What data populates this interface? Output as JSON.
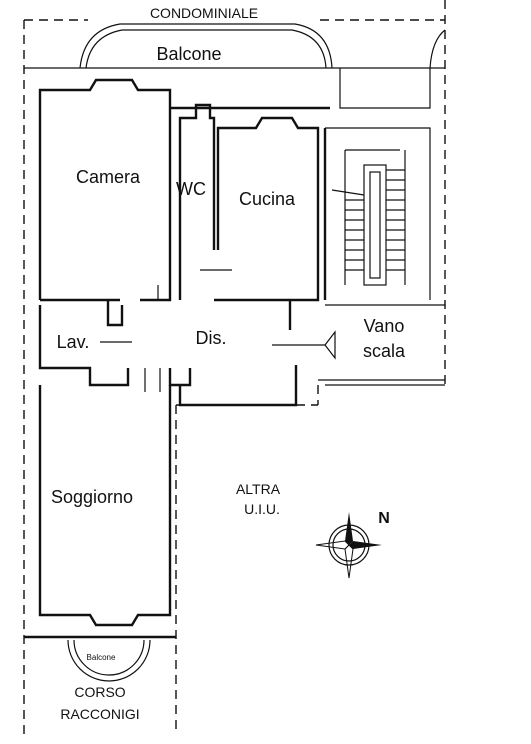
{
  "rooms": {
    "condominiale": "CONDOMINIALE",
    "balcone_top": "Balcone",
    "camera": "Camera",
    "wc": "WC",
    "cucina": "Cucina",
    "lavanderia": "Lav.",
    "disimpegno": "Dis.",
    "vano": "Vano",
    "scala": "scala",
    "soggiorno": "Soggiorno",
    "altra_1": "ALTRA",
    "altra_2": "U.I.U.",
    "balcone_bottom": "Balcone",
    "corso_1": "CORSO",
    "corso_2": "RACCONIGI"
  },
  "compass": {
    "north_label": "N"
  }
}
